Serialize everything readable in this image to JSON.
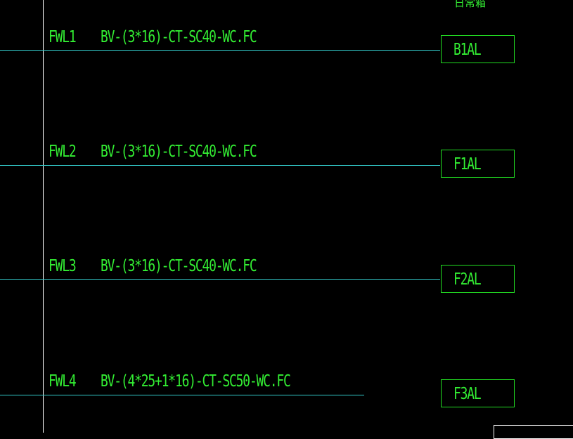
{
  "header": {
    "text": "日常箱"
  },
  "colors": {
    "text": "#33ee33",
    "box": "#22dd22",
    "line": "#33cccc",
    "frame": "#ffffff",
    "background": "#000000"
  },
  "feeders": [
    {
      "id": "FWL1",
      "spec": "BV-(3*16)-CT-SC40-WC.FC",
      "panel": "B1AL"
    },
    {
      "id": "FWL2",
      "spec": "BV-(3*16)-CT-SC40-WC.FC",
      "panel": "F1AL"
    },
    {
      "id": "FWL3",
      "spec": "BV-(3*16)-CT-SC40-WC.FC",
      "panel": "F2AL"
    },
    {
      "id": "FWL4",
      "spec": "BV-(4*25+1*16)-CT-SC50-WC.FC",
      "panel": "F3AL"
    }
  ]
}
